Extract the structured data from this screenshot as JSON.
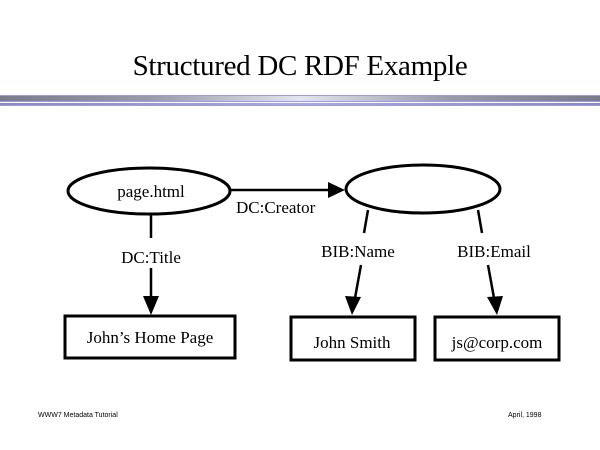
{
  "slide": {
    "title": "Structured DC RDF Example",
    "footer_left": "WWW7 Metadata Tutorial",
    "footer_right": "April, 1998"
  },
  "diagram": {
    "nodes": {
      "page": "page.html",
      "creator": "",
      "home_page": "John’s Home Page",
      "name": "John Smith",
      "email": "js@corp.com"
    },
    "edges": {
      "creator": "DC:Creator",
      "title": "DC:Title",
      "name": "BIB:Name",
      "email": "BIB:Email"
    }
  }
}
